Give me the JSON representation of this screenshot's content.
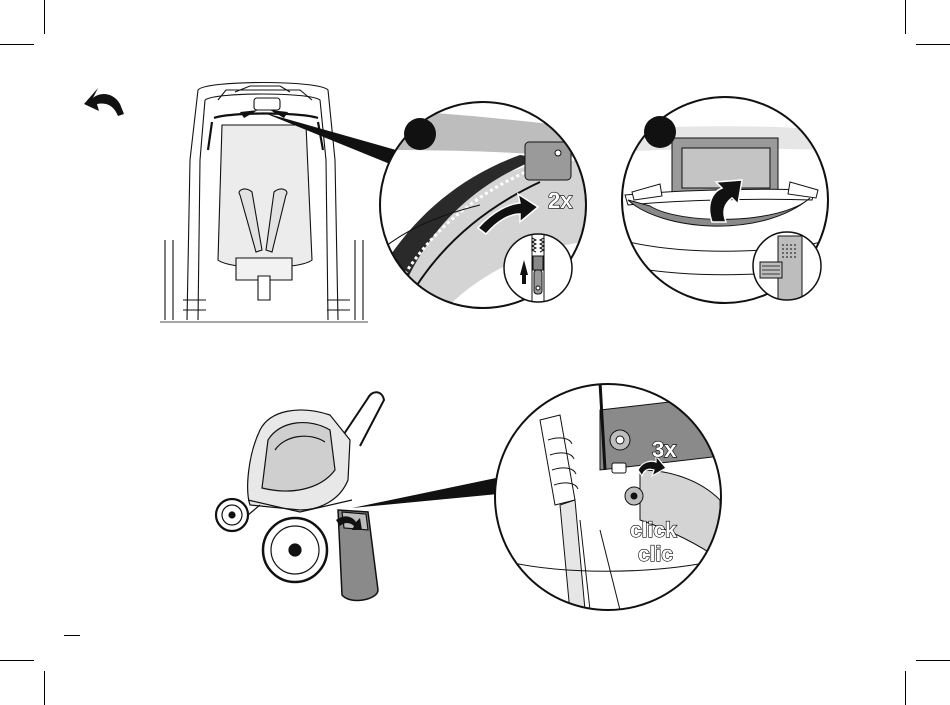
{
  "step1": {
    "multiplier_label": "2x"
  },
  "step3": {
    "multiplier_label": "3x",
    "sound_label_en": "click",
    "sound_label_fr": "clic"
  },
  "icons": {
    "back": "back-arrow-icon",
    "zipper": "zipper-icon",
    "velcro": "velcro-icon"
  }
}
